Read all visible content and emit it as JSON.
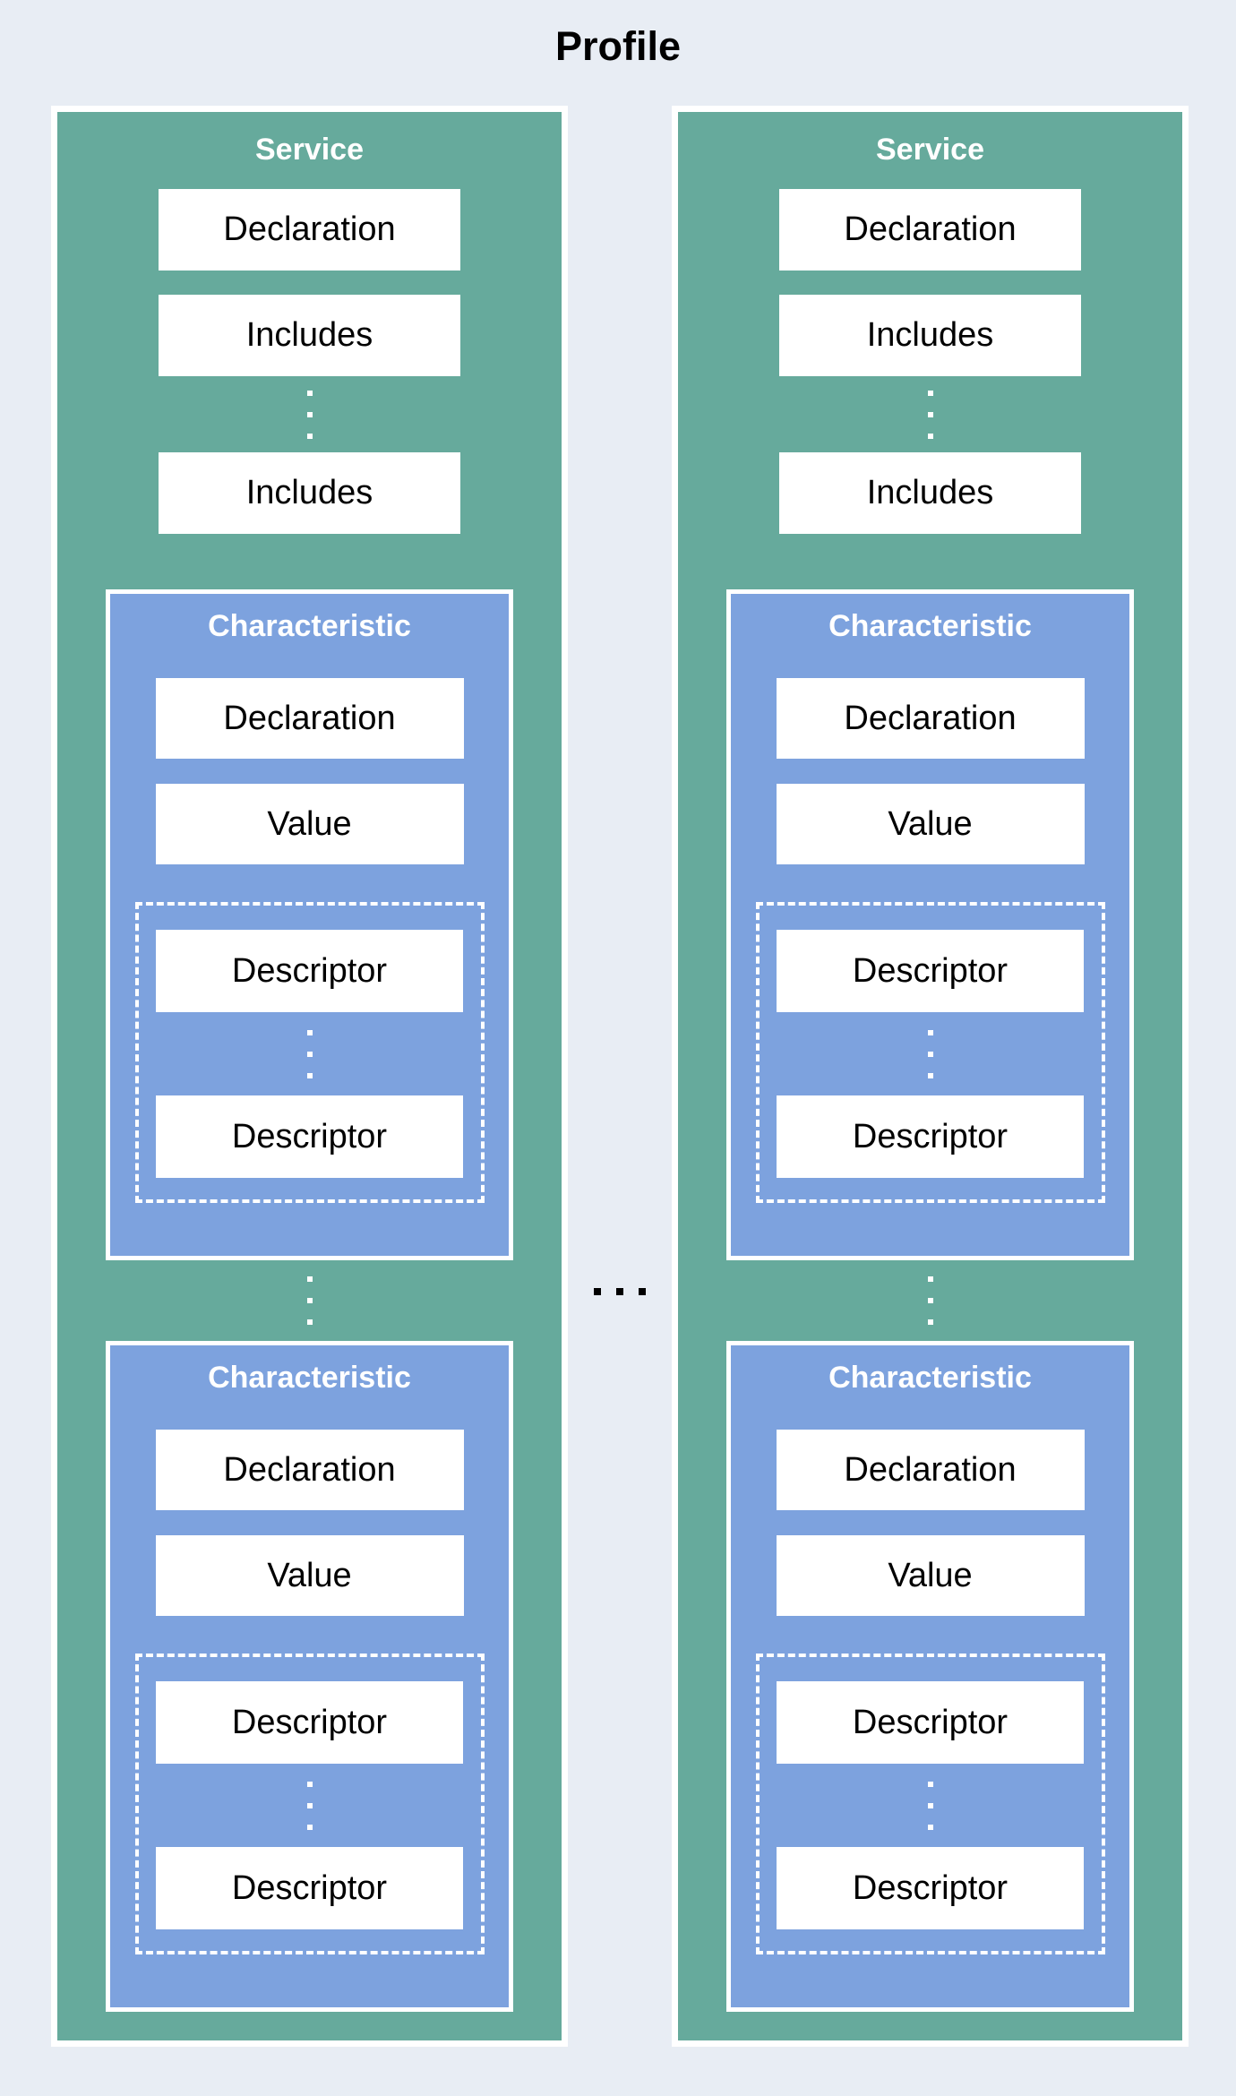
{
  "diagram": {
    "title": "Profile",
    "colors": {
      "background": "#e8edf4",
      "service_fill": "#66aa9c",
      "characteristic_fill": "#7da2de",
      "box_fill": "#ffffff",
      "box_text": "#000000",
      "header_text": "#ffffff",
      "border": "#ffffff",
      "services_ellipsis_dots": "#000000"
    }
  },
  "services": [
    {
      "label": "Service",
      "declaration_label": "Declaration",
      "includes": [
        "Includes",
        "Includes"
      ],
      "characteristics": [
        {
          "label": "Characteristic",
          "declaration_label": "Declaration",
          "value_label": "Value",
          "descriptors": [
            "Descriptor",
            "Descriptor"
          ]
        },
        {
          "label": "Characteristic",
          "declaration_label": "Declaration",
          "value_label": "Value",
          "descriptors": [
            "Descriptor",
            "Descriptor"
          ]
        }
      ]
    },
    {
      "label": "Service",
      "declaration_label": "Declaration",
      "includes": [
        "Includes",
        "Includes"
      ],
      "characteristics": [
        {
          "label": "Characteristic",
          "declaration_label": "Declaration",
          "value_label": "Value",
          "descriptors": [
            "Descriptor",
            "Descriptor"
          ]
        },
        {
          "label": "Characteristic",
          "declaration_label": "Declaration",
          "value_label": "Value",
          "descriptors": [
            "Descriptor",
            "Descriptor"
          ]
        }
      ]
    }
  ]
}
